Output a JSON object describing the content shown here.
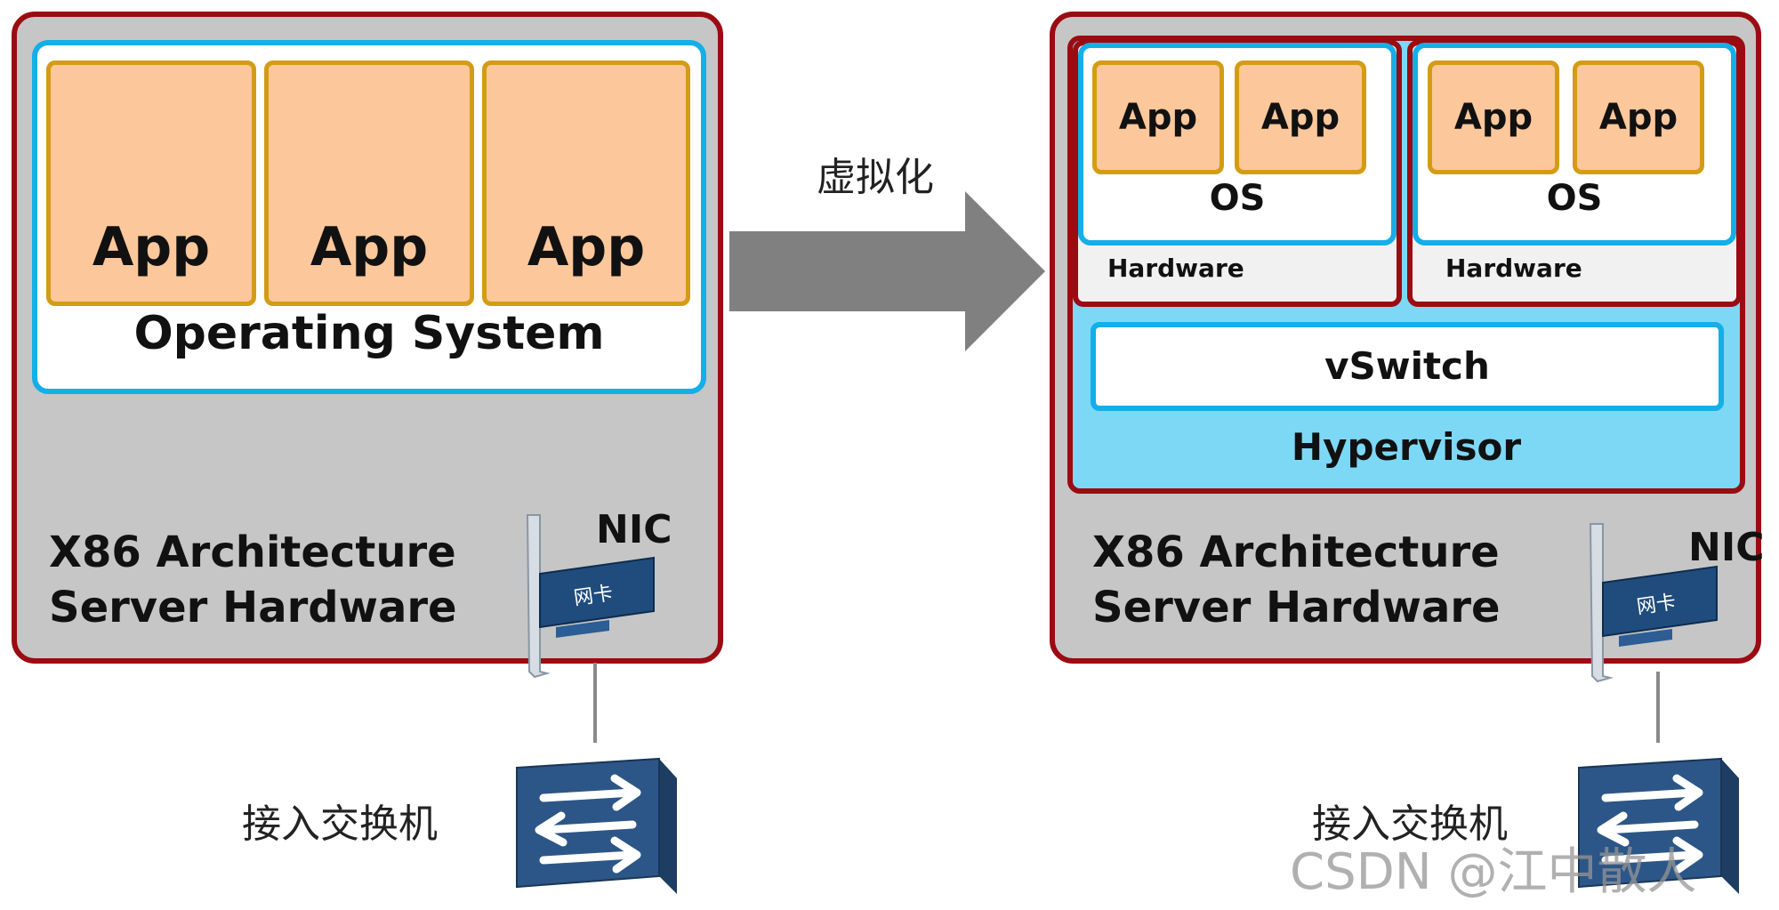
{
  "left": {
    "apps": [
      "App",
      "App",
      "App"
    ],
    "os_label": "Operating System",
    "hw_line1": "X86 Architecture",
    "hw_line2": "Server Hardware",
    "nic_label": "NIC",
    "nic_card_text": "网卡",
    "switch_label": "接入交换机"
  },
  "arrow": {
    "label": "虚拟化"
  },
  "right": {
    "vm1": {
      "apps": [
        "App",
        "App"
      ],
      "os_label": "OS",
      "hw_label": "Hardware"
    },
    "vm2": {
      "apps": [
        "App",
        "App"
      ],
      "os_label": "OS",
      "hw_label": "Hardware"
    },
    "vswitch_label": "vSwitch",
    "hypervisor_label": "Hypervisor",
    "hw_line1": "X86 Architecture",
    "hw_line2": "Server Hardware",
    "nic_label": "NIC",
    "nic_card_text": "网卡",
    "switch_label": "接入交换机"
  },
  "watermark": "CSDN @江中散人",
  "colors": {
    "server_border": "#9b0b12",
    "server_fill": "#c6c6c6",
    "os_border": "#14aee8",
    "app_fill": "#fbc79b",
    "app_border": "#d39c14",
    "hypervisor_fill": "#7dd8f6",
    "arrow_fill": "#808080"
  }
}
